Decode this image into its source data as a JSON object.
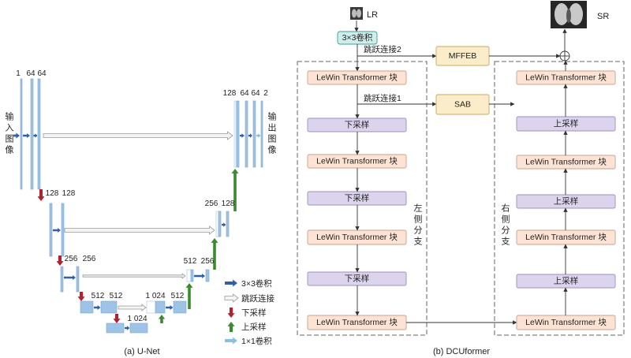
{
  "unet": {
    "title": "(a) U-Net",
    "input_label": "输入图像",
    "output_label": "输出图像",
    "channels": {
      "l1_left": [
        "1",
        "64",
        "64"
      ],
      "l1_right": [
        "128",
        "64",
        "64",
        "2"
      ],
      "l2_left": [
        "128",
        "128"
      ],
      "l2_right": [
        "256",
        "128"
      ],
      "l3_left": [
        "256",
        "256"
      ],
      "l3_right": [
        "512",
        "256"
      ],
      "l4_left": [
        "512",
        "512"
      ],
      "l4_right": [
        "1 024",
        "512"
      ],
      "bottom": [
        "1 024"
      ]
    },
    "legend": [
      "3×3卷积",
      "跳跃连接",
      "下采样",
      "上采样",
      "1×1卷积"
    ]
  },
  "dcuformer": {
    "title": "(b) DCUformer",
    "input": "LR",
    "output": "SR",
    "conv": "3×3卷积",
    "skip2": "跳跃连接2",
    "skip1": "跳跃连接1",
    "mffeb": "MFFEB",
    "sab": "SAB",
    "left_branch": "左侧分支",
    "right_branch": "右侧分支",
    "left_blocks": [
      "LeWin Transformer 块",
      "下采样",
      "LeWin Transformer 块",
      "下采样",
      "LeWin Transformer 块",
      "下采样",
      "LeWin Transformer 块"
    ],
    "right_blocks": [
      "LeWin Transformer 块",
      "上采样",
      "LeWin Transformer 块",
      "上采样",
      "LeWin Transformer 块",
      "上采样",
      "LeWin Transformer 块"
    ]
  },
  "colors": {
    "conv_arrow": "#2f5fa8",
    "skip_arrow": "#9a9a9a",
    "down_arrow": "#b3222c",
    "up_arrow": "#3a8a2e",
    "conv1x1_arrow": "#7fc3ea",
    "feature_map": "#9dc3e6",
    "lewin_block": "#fde3d3",
    "sample_block": "#dcd3ec",
    "conv_block": "#cdeeea",
    "module_block": "#fbedc9"
  }
}
